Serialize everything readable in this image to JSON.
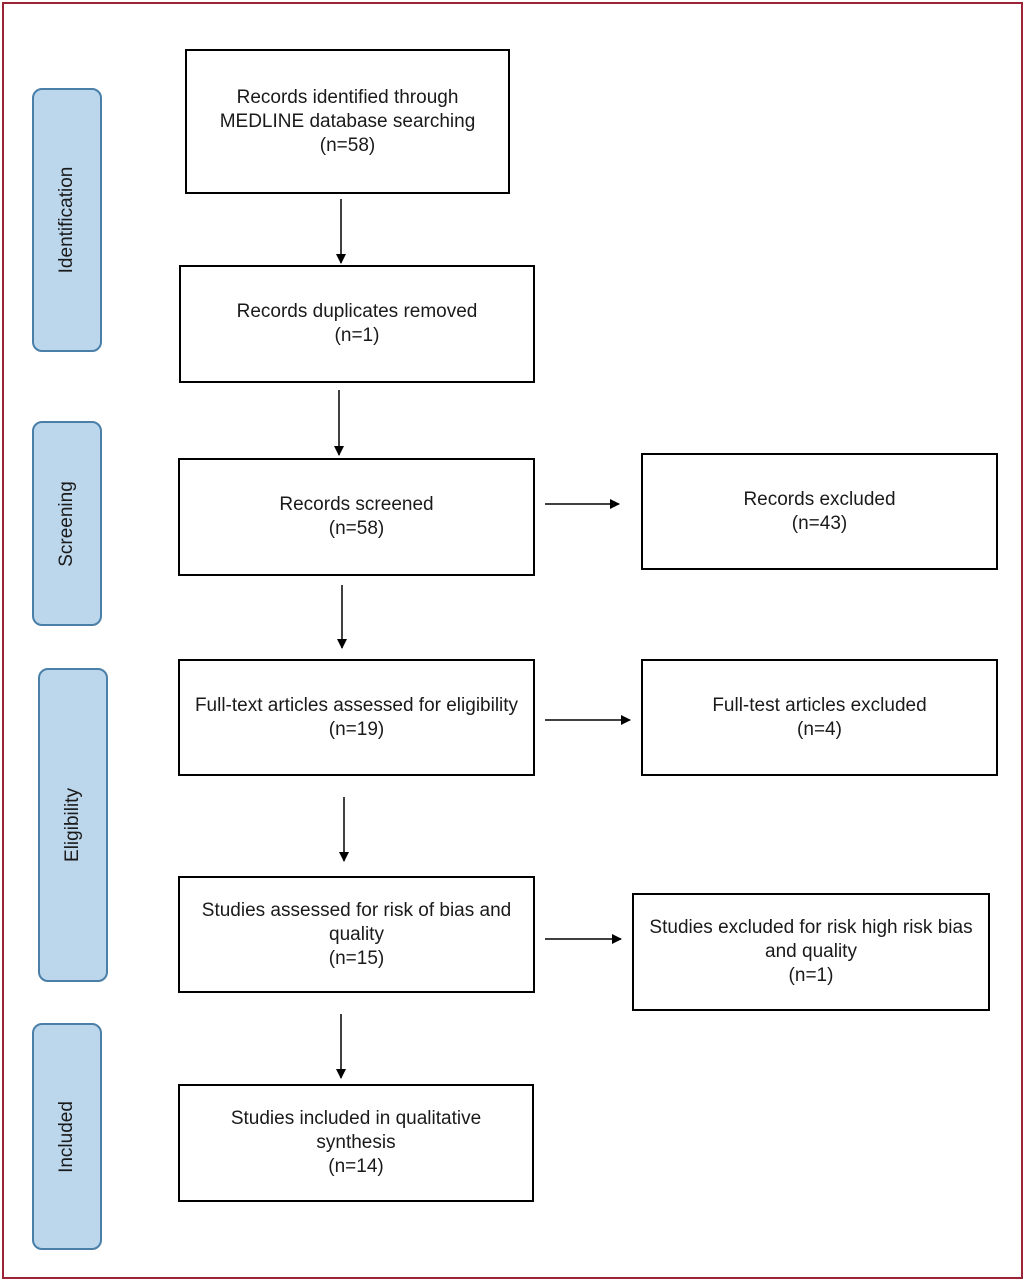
{
  "stages": {
    "identification": "Identification",
    "screening": "Screening",
    "eligibility": "Eligibility",
    "included": "Included"
  },
  "boxes": {
    "identified": {
      "text": "Records identified through MEDLINE database searching",
      "count": "(n=58)"
    },
    "duplicates": {
      "text": "Records duplicates removed",
      "count": "(n=1)"
    },
    "screened": {
      "text": "Records screened",
      "count": "(n=58)"
    },
    "excluded": {
      "text": "Records excluded",
      "count": "(n=43)"
    },
    "fulltext": {
      "text": "Full-text articles assessed for eligibility",
      "count": "(n=19)"
    },
    "fulltext_excluded": {
      "text": "Full-test articles excluded",
      "count": "(n=4)"
    },
    "bias": {
      "text": "Studies assessed for risk of bias and quality",
      "count": "(n=15)"
    },
    "bias_excluded": {
      "text": "Studies excluded for risk high risk bias and quality",
      "count": "(n=1)"
    },
    "included": {
      "text": "Studies included in qualitative synthesis",
      "count": "(n=14)"
    }
  },
  "colors": {
    "frame": "#9b2335",
    "stage_fill": "#bcd7ec",
    "stage_border": "#4a7fa8"
  }
}
